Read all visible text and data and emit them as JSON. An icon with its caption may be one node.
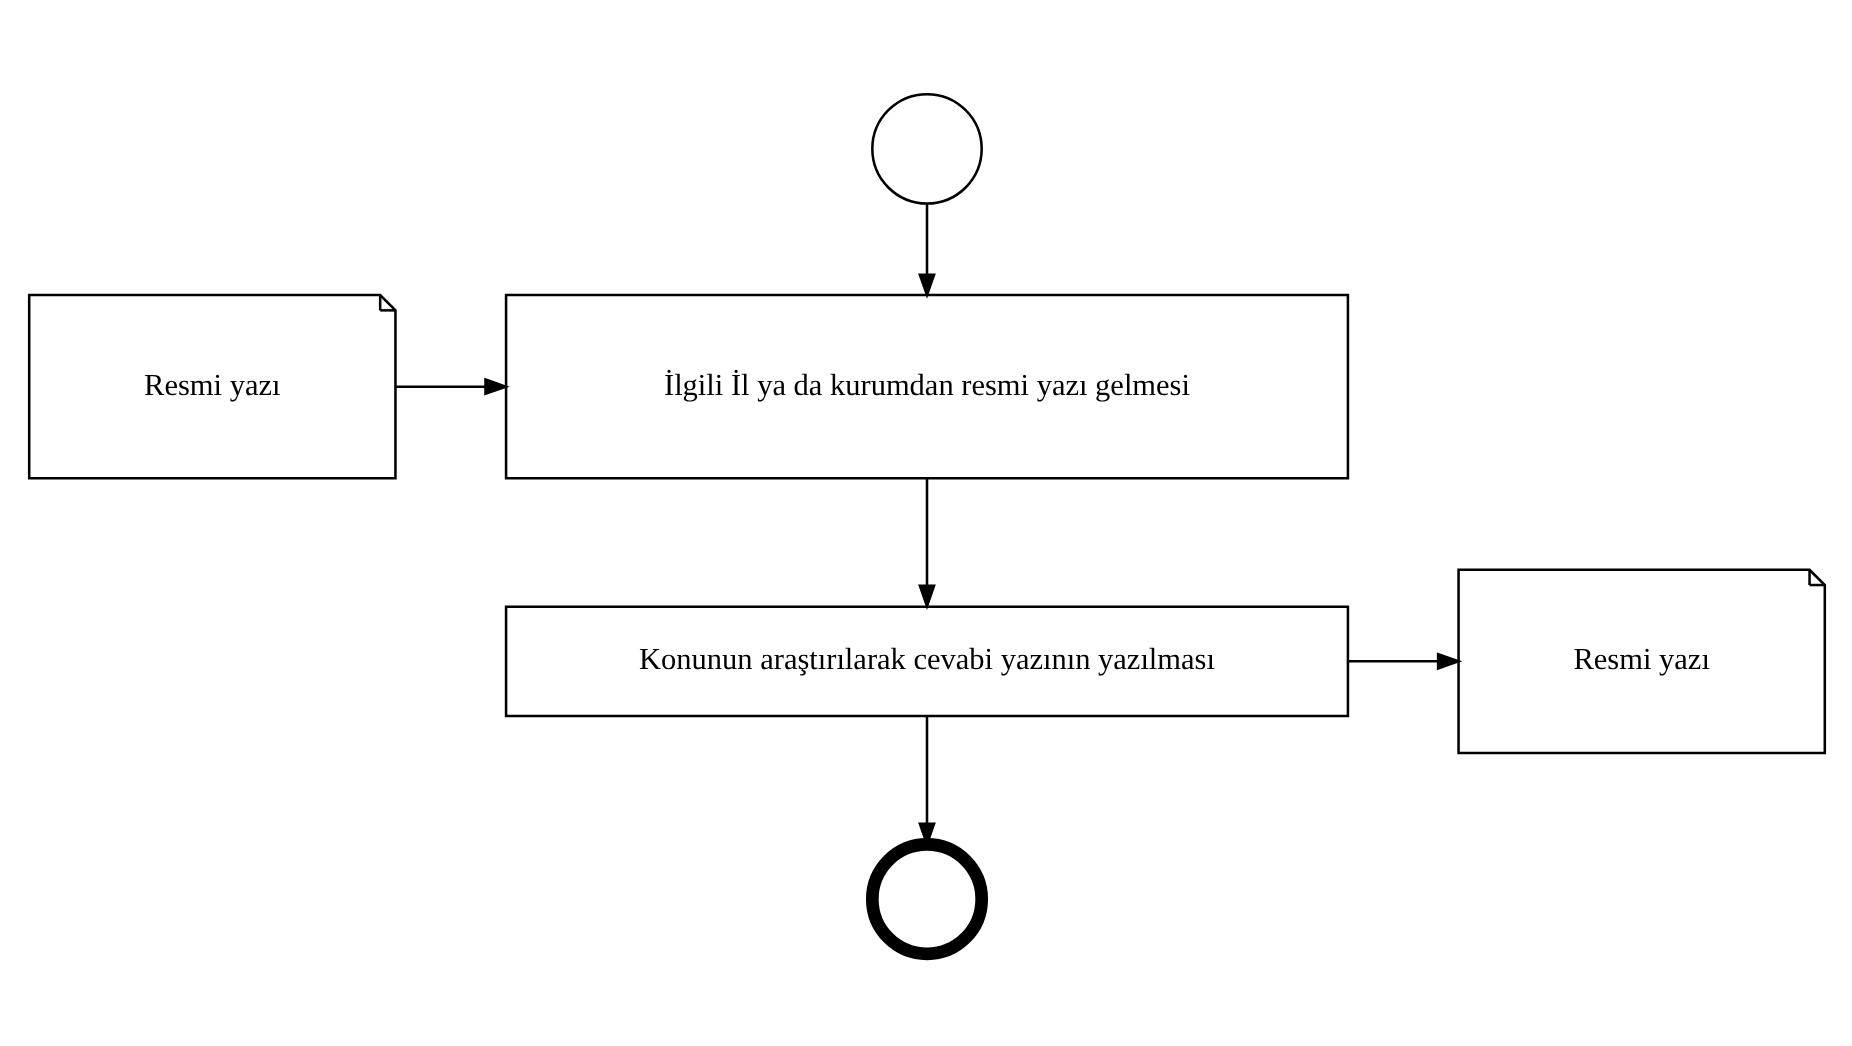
{
  "diagram": {
    "nodes": [
      {
        "text": [],
        "shape": "circle"
      },
      {
        "text": [
          "Resmi yazı"
        ]
      },
      {
        "text": [
          "İlgili İl ya da kurumdan resmi yazı gelmesi"
        ]
      },
      {
        "text": [
          "Konunun araştırılarak cevabi yazının yazılması"
        ]
      },
      {
        "text": [
          "Resmi yazı"
        ]
      },
      {
        "text": [],
        "shape": "circle"
      }
    ],
    "edges": [
      {
        "from": 0,
        "to": 2,
        "arrow": "to"
      },
      {
        "from": 1,
        "to": 2,
        "arrow": "to"
      },
      {
        "from": 2,
        "to": 3,
        "arrow": "to"
      },
      {
        "from": 3,
        "to": 4,
        "arrow": "to"
      },
      {
        "from": 3,
        "to": 5,
        "arrow": "to"
      }
    ]
  }
}
